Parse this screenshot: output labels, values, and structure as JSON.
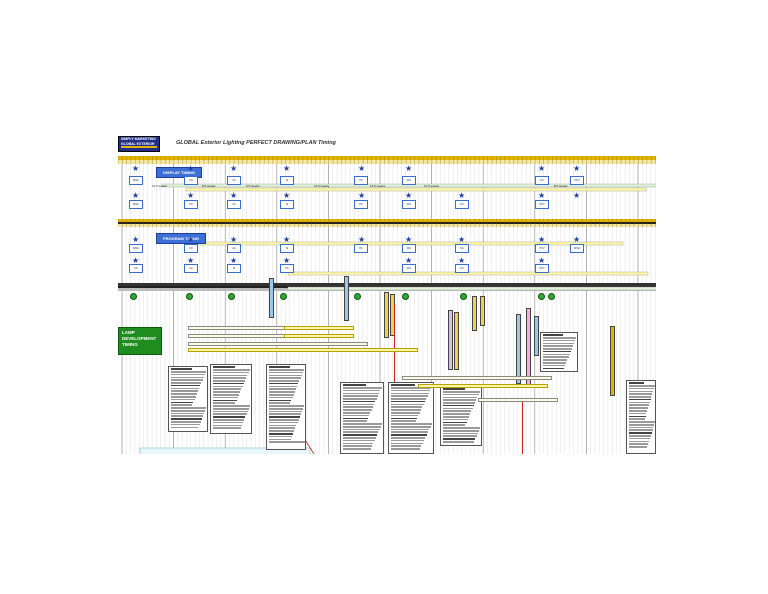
{
  "header": {
    "title": "GLOBAL Exterior Lighting PERFECT DRAWING/PLAN Timing",
    "logo_lines": [
      "SIMPLY MARKETING",
      "GLOBAL EXTERIOR"
    ]
  },
  "bands": {
    "display": "DISPLAY TIMING",
    "program": "PROGRAM TIMING"
  },
  "lamp_box": [
    "LAMP",
    "DEVELOPMENT",
    "TIMING"
  ],
  "duration_labels": [
    "21.5 weeks",
    "8.5 weeks",
    "3.5 weeks",
    "21.5 weeks",
    "13.5 weeks",
    "10.5 weeks",
    "8.5 weeks"
  ],
  "milestone_labels": [
    "SPAC",
    "KO",
    "AA",
    "SI",
    "PA",
    "FDJ",
    "M1",
    "PPV"
  ],
  "colors": {
    "band_blue": "#3d6fd6",
    "lamp_green": "#1f8c1f",
    "grid_yellow": "#e2b400",
    "star_blue": "#1f3fa8",
    "bar_green": "#dff2d8",
    "bar_yellow": "#fff7a8"
  },
  "icons": [
    "star-icon",
    "milestone-ring-icon"
  ]
}
